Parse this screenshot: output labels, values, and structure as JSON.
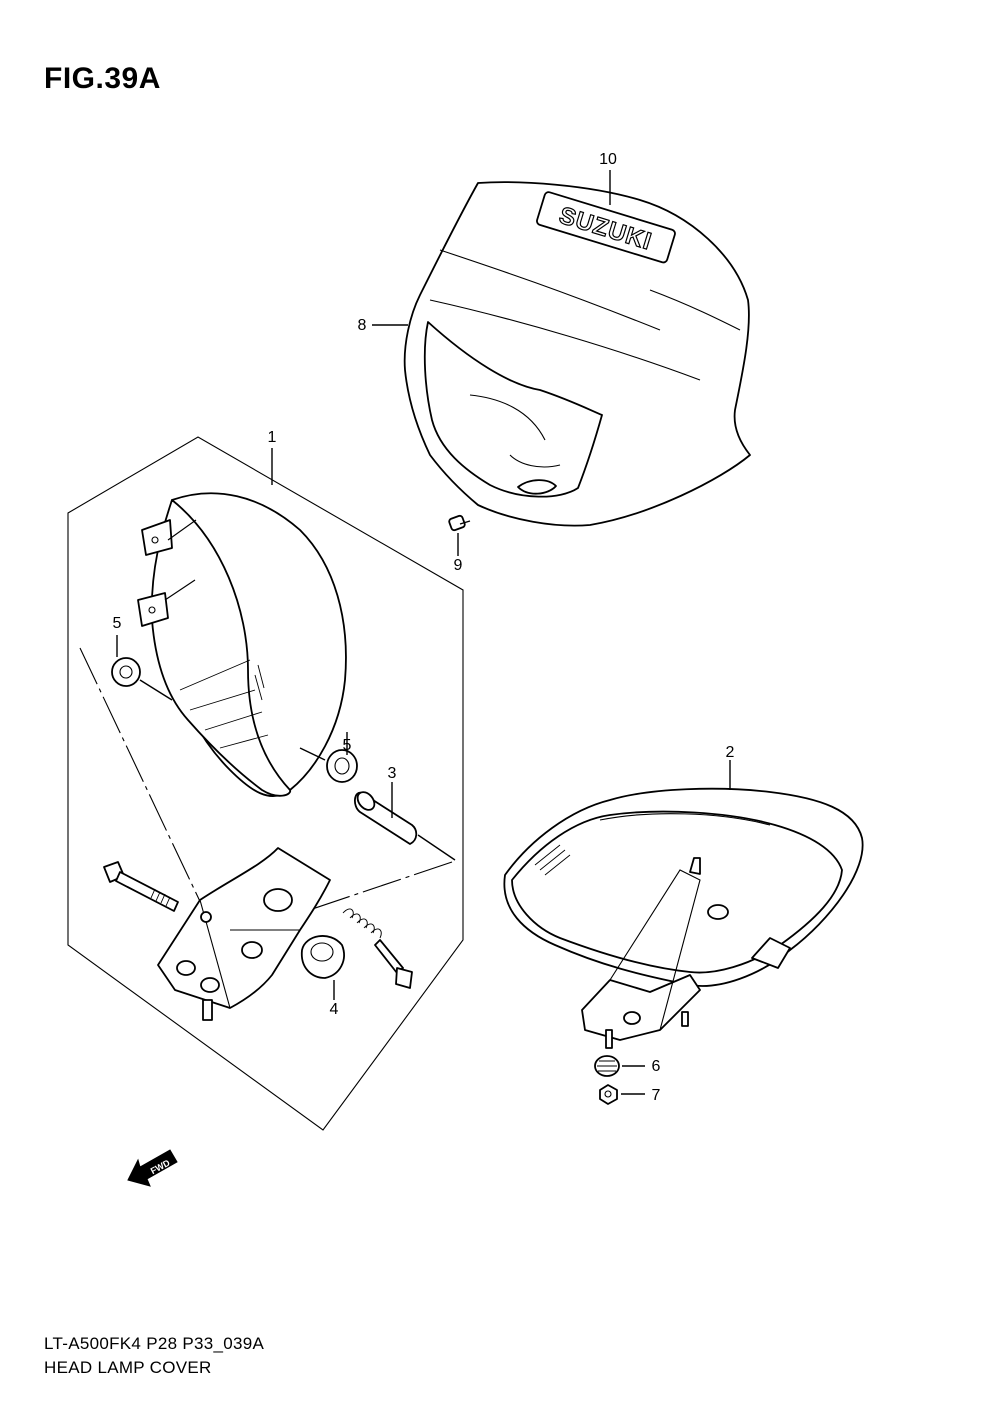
{
  "figure": {
    "title": "FIG.39A",
    "model_code": "LT-A500FK4  P28  P33_039A",
    "name": "HEAD LAMP COVER"
  },
  "callouts": {
    "c1": "1",
    "c2": "2",
    "c3": "3",
    "c4": "4",
    "c5a": "5",
    "c5b": "5",
    "c6": "6",
    "c7": "7",
    "c8": "8",
    "c9": "9",
    "c10": "10"
  },
  "labels": {
    "brand": "SUZUKI",
    "fwd": "FWD"
  }
}
